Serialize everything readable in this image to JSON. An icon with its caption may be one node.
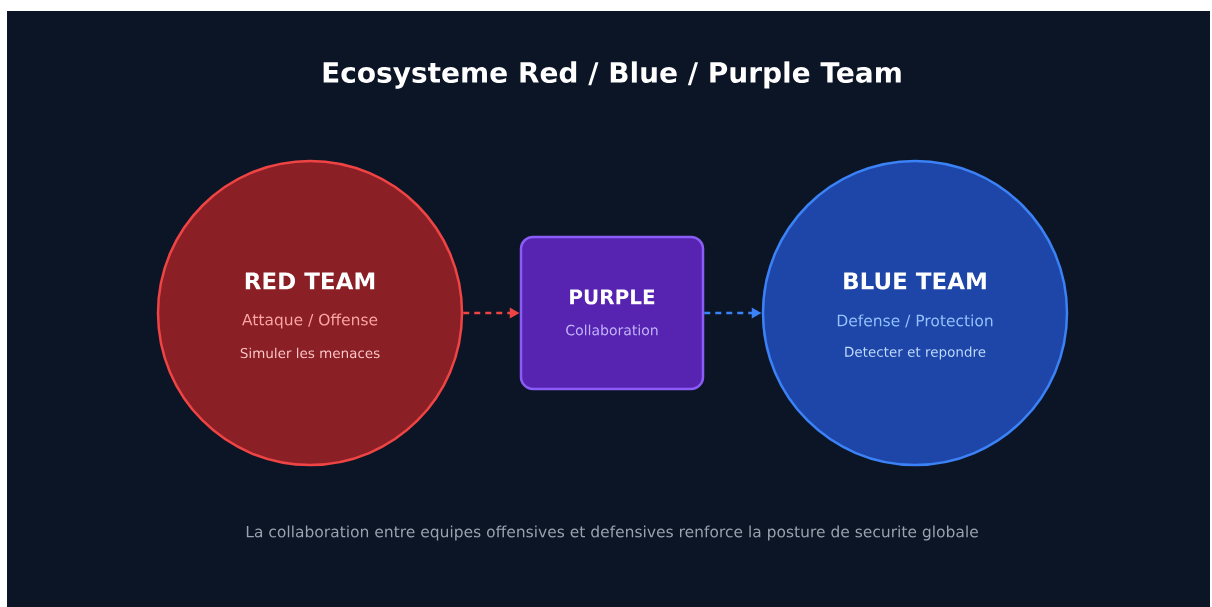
{
  "diagram": {
    "title": "Ecosysteme Red / Blue / Purple Team",
    "caption": "La collaboration entre equipes offensives et defensives renforce la posture de securite globale",
    "nodes": [
      {
        "text": [
          "RED TEAM",
          "Attaque / Offense",
          "Simuler les menaces"
        ]
      },
      {
        "text": [
          "PURPLE",
          "Collaboration"
        ]
      },
      {
        "text": [
          "BLUE TEAM",
          "Defense / Protection",
          "Detecter et repondre"
        ]
      }
    ],
    "edges": [
      {
        "from": 0,
        "to": 1,
        "arrow": "to",
        "style": "dashed",
        "color": "#ef4444"
      },
      {
        "from": 1,
        "to": 2,
        "arrow": "to",
        "style": "dashed",
        "color": "#3b82f6"
      }
    ]
  }
}
